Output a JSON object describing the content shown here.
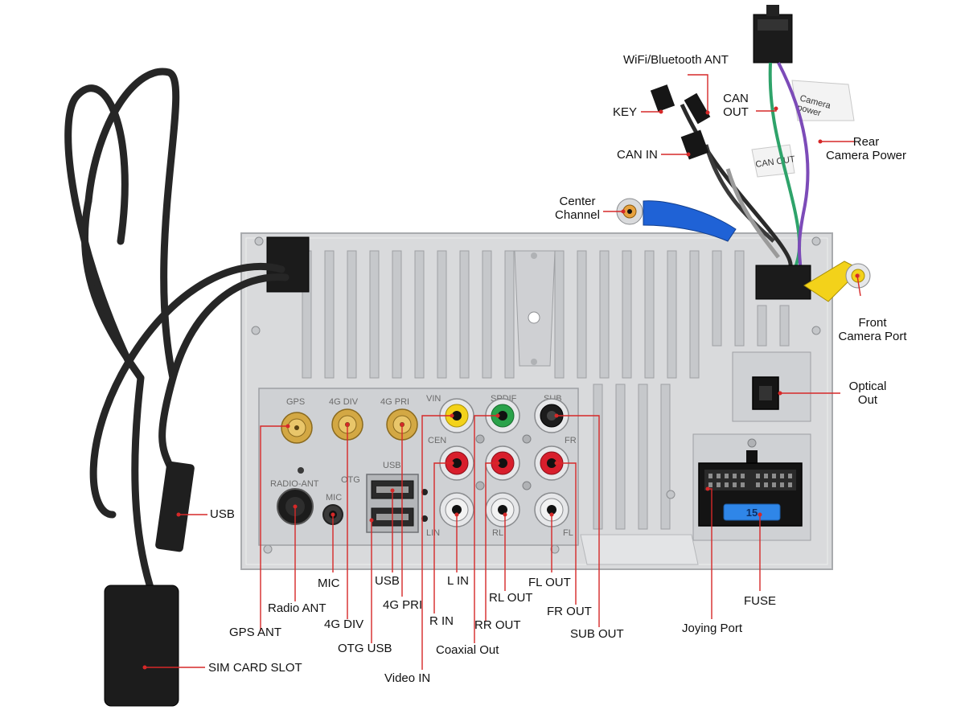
{
  "labels": {
    "wifi_bt_ant": "WiFi/Bluetooth ANT",
    "key": "KEY",
    "can_in": "CAN IN",
    "can_out": "CAN\nOUT",
    "rear_camera_power": "Rear\nCamera Power",
    "center_channel": "Center\nChannel",
    "front_camera_port": "Front\nCamera Port",
    "optical_out": "Optical\nOut",
    "usb_cable": "USB",
    "mic": "MIC",
    "radio_ant": "Radio ANT",
    "gps_ant": "GPS ANT",
    "usb": "USB",
    "4g_pri": "4G PRI",
    "4g_div": "4G DIV",
    "otg_usb": "OTG USB",
    "l_in": "L IN",
    "r_in": "R IN",
    "rl_out": "RL OUT",
    "rr_out": "RR OUT",
    "coaxial_out": "Coaxial Out",
    "video_in": "Video IN",
    "fl_out": "FL OUT",
    "fr_out": "FR OUT",
    "sub_out": "SUB OUT",
    "fuse": "FUSE",
    "joying_port": "Joying Port",
    "sim_card_slot": "SIM CARD SLOT"
  },
  "silkscreen": {
    "gps": "GPS",
    "4g_div": "4G DIV",
    "4g_pri": "4G PRI",
    "vin": "VIN",
    "spdif": "SPDIF",
    "sub": "SUB",
    "cen": "CEN",
    "fr": "FR",
    "usb": "USB",
    "otg": "OTG",
    "radio_ant": "RADIO-ANT",
    "mic": "MIC",
    "lin": "LIN",
    "rl": "RL",
    "fl": "FL",
    "fuse_value": "15",
    "can_out_tag": "CAN OUT",
    "camera_power_tag": "Camera\npower"
  },
  "colors": {
    "chassis": "#d9dadc",
    "chassis_dark": "#a9abae",
    "fin": "#c4c6c9",
    "leader": "#d62828",
    "cable": "#262626",
    "gold": "#d3a844",
    "yellow_rca": "#f3d21a",
    "green_rca": "#2aa24a",
    "red_rca": "#d81e2c",
    "white_rca": "#f2f2f2",
    "black_rca": "#1c1c1c",
    "blue_plug": "#1f62d6",
    "fuse_blue": "#2f86e8"
  }
}
